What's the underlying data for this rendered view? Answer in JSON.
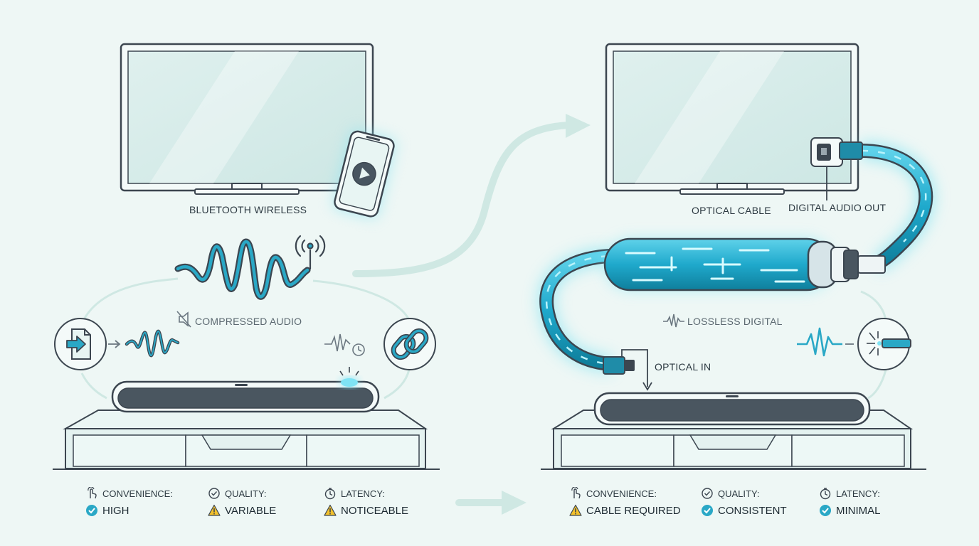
{
  "left": {
    "mode_label": "BLUETOOTH WIRELESS",
    "signal_label": "COMPRESSED AUDIO",
    "metrics": [
      {
        "label": "CONVENIENCE:",
        "value": "HIGH",
        "status": "good",
        "icon": "hand-pointer-icon"
      },
      {
        "label": "QUALITY:",
        "value": "VARIABLE",
        "status": "warn",
        "icon": "check-circle-icon"
      },
      {
        "label": "LATENCY:",
        "value": "NOTICEABLE",
        "status": "warn",
        "icon": "stopwatch-icon"
      }
    ]
  },
  "right": {
    "mode_label": "OPTICAL CABLE",
    "port_out_label": "DIGITAL AUDIO OUT",
    "signal_label": "LOSSLESS DIGITAL",
    "port_in_label": "OPTICAL IN",
    "metrics": [
      {
        "label": "CONVENIENCE:",
        "value": "CABLE REQUIRED",
        "status": "warn",
        "icon": "hand-pointer-icon"
      },
      {
        "label": "QUALITY:",
        "value": "CONSISTENT",
        "status": "good",
        "icon": "check-circle-icon"
      },
      {
        "label": "LATENCY:",
        "value": "MINIMAL",
        "status": "good",
        "icon": "stopwatch-icon"
      }
    ]
  },
  "colors": {
    "accent": "#1b9fc0",
    "glow": "#4fd8ee",
    "outline": "#3c4650",
    "good": "#2aa8c6",
    "warn": "#f3c12b",
    "background": "#eef7f5"
  }
}
